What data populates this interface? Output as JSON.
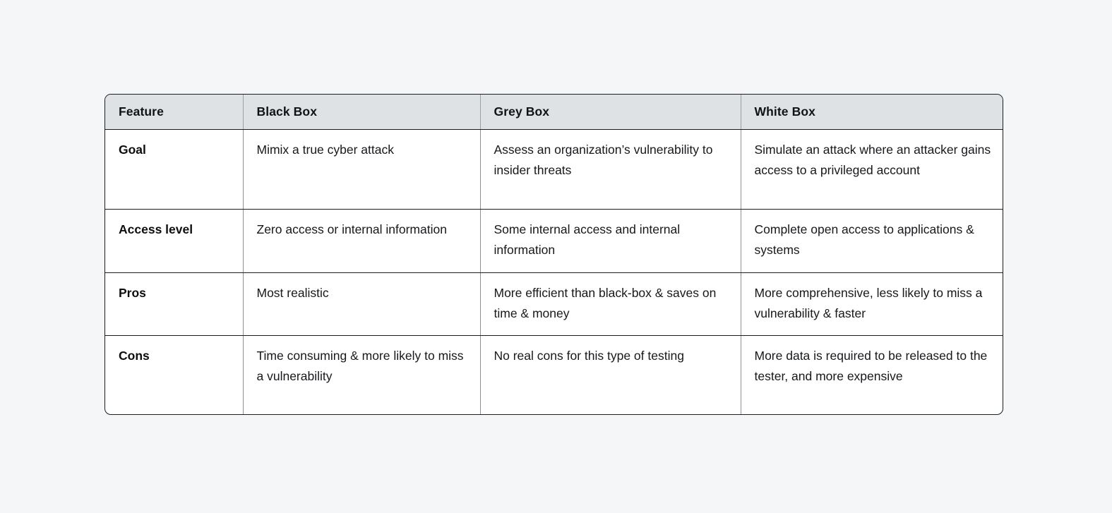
{
  "page": {
    "background_color": "#f5f6f8"
  },
  "table": {
    "name": "penetration-testing-comparison",
    "border_color": "#1c1c1e",
    "header_background": "#dfe2e5",
    "text_color": "#16181b",
    "columns": [
      {
        "key": "feature",
        "label": "Feature"
      },
      {
        "key": "black_box",
        "label": "Black Box"
      },
      {
        "key": "grey_box",
        "label": "Grey Box"
      },
      {
        "key": "white_box",
        "label": "White Box"
      }
    ],
    "rows": [
      {
        "feature": "Goal",
        "black_box": "Mimix a true cyber attack",
        "grey_box": "Assess an organization’s vulnerability to insider threats",
        "white_box": "Simulate an attack where an attacker gains access to a privileged account"
      },
      {
        "feature": "Access level",
        "black_box": "Zero access or internal information",
        "grey_box": "Some internal access and internal information",
        "white_box": "Complete open access to applications & systems"
      },
      {
        "feature": "Pros",
        "black_box": "Most realistic",
        "grey_box": "More efficient than black-box & saves on time & money",
        "white_box": "More comprehensive, less likely to miss a vulnerability & faster"
      },
      {
        "feature": "Cons",
        "black_box": "Time consuming & more likely to miss a vulnerability",
        "grey_box": "No real cons for this type of testing",
        "white_box": "More data is required to be released to the tester, and more expensive"
      }
    ]
  }
}
